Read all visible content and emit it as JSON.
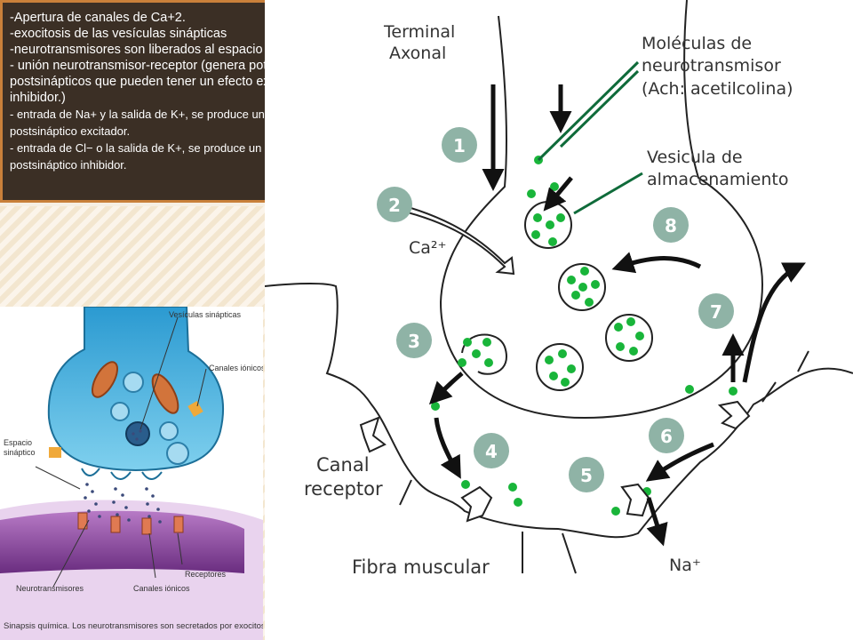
{
  "notes": {
    "lines": [
      "-Apertura de canales de Ca+2.",
      "-exocitosis de las vesículas sinápticas",
      "-neurotransmisores son liberados al espacio sináptico",
      "- unión neurotransmisor-receptor (genera potenciales postsinápticos que pueden tener un efecto excitador o inhibidor.)",
      "- entrada de Na+ y la salida de K+, se produce un potencial postsináptico excitador.",
      "- entrada de Cl− o la salida de K+, se produce un potencial postsináptico inhibidor."
    ]
  },
  "inset": {
    "labels": {
      "vesiculas": "Vesículas sinápticas",
      "canales_ionicos_top": "Canales iónicos",
      "espacio_1": "Espacio",
      "espacio_2": "sináptico",
      "neurotransmisores": "Neurotransmisores",
      "canales_ionicos_bottom": "Canales iónicos",
      "receptores": "Receptores"
    },
    "caption": "Sinapsis química. Los neurotransmisores son secretados por exocitosis."
  },
  "diagram": {
    "labels": {
      "terminal_1": "Terminal",
      "terminal_2": "Axonal",
      "moleculas_1": "Moléculas de",
      "moleculas_2": "neurotransmisor",
      "moleculas_3": "(Ach: acetilcolina)",
      "vesicula_1": "Vesicula de",
      "vesicula_2": "almacenamiento",
      "ca": "Ca²⁺",
      "canal_1": "Canal",
      "canal_2": "receptor",
      "fibra": "Fibra muscular",
      "na": "Na⁺"
    },
    "steps": [
      "1",
      "2",
      "3",
      "4",
      "5",
      "6",
      "7",
      "8"
    ],
    "colors": {
      "step_circle": "#8fb3a6",
      "dot": "#19b53a",
      "outline": "#222222"
    }
  }
}
